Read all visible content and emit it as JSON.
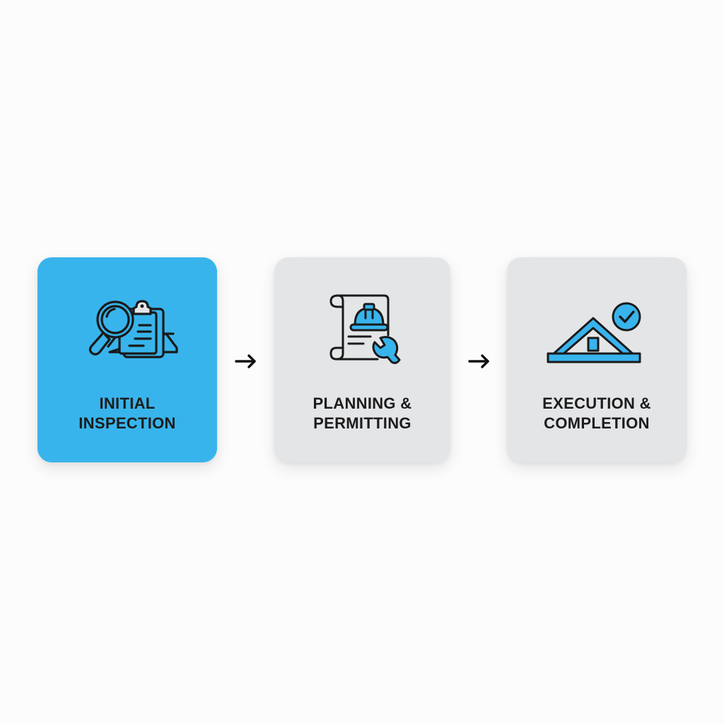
{
  "steps": [
    {
      "id": "initial-inspection",
      "label_line1": "INITIAL",
      "label_line2": "INSPECTION",
      "icon": "magnifier-clipboard-icon",
      "state": "active",
      "background": "#38b4ec"
    },
    {
      "id": "planning-permitting",
      "label_line1": "PLANNING &",
      "label_line2": "PERMITTING",
      "icon": "blueprint-hardhat-wrench-icon",
      "state": "inactive",
      "background": "#e4e5e7"
    },
    {
      "id": "execution-completion",
      "label_line1": "EXECUTION &",
      "label_line2": "COMPLETION",
      "icon": "roof-checkmark-icon",
      "state": "inactive",
      "background": "#e4e5e7"
    }
  ],
  "connectors": [
    {
      "icon": "arrow-right-icon"
    },
    {
      "icon": "arrow-right-icon"
    }
  ],
  "colors": {
    "accent": "#38b4ec",
    "card_inactive": "#e4e5e7",
    "stroke": "#1c1c1c",
    "page_background": "#fcfcfc"
  }
}
